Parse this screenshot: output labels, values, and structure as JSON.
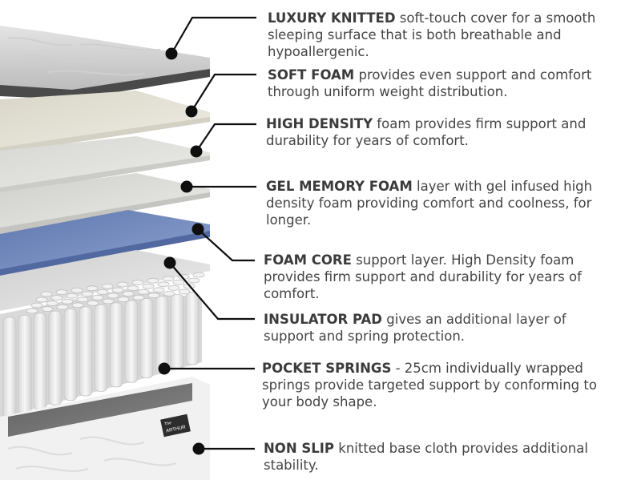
{
  "brand": {
    "logo_line1": "The",
    "logo_line2": "ARTHUR"
  },
  "colors": {
    "text": "#444444",
    "title": "#3b3b3b",
    "leader": "#0f0f0f",
    "blue_layer": "#6f86b8",
    "cover": "#bdbdbd"
  },
  "layers": [
    {
      "title": "LUXURY KNITTED",
      "line1_rest": " soft-touch cover for a smooth",
      "line2": "sleeping surface that is both breathable and",
      "line3": "hypoallergenic."
    },
    {
      "title": "SOFT FOAM",
      "line1_rest": " provides even support and comfort",
      "line2": "through uniform weight distribution."
    },
    {
      "title": "HIGH DENSITY",
      "line1_rest": " foam provides firm support and",
      "line2": "durability for years of comfort."
    },
    {
      "title": "GEL MEMORY FOAM",
      "line1_rest": " layer with gel infused high",
      "line2": "density foam providing comfort and coolness, for",
      "line3": "longer."
    },
    {
      "title": "FOAM CORE",
      "line1_rest": " support layer. High Density foam",
      "line2": "provides firm support and durability for years of",
      "line3": "comfort."
    },
    {
      "title": "INSULATOR PAD",
      "line1_rest": " gives an additional layer of",
      "line2": "support and spring protection."
    },
    {
      "title": "POCKET SPRINGS",
      "line1_rest": " - 25cm individually wrapped",
      "line2": "springs provide targeted support by conforming to",
      "line3": "your body shape."
    },
    {
      "title": "NON SLIP",
      "line1_rest": " knitted base cloth provides additional",
      "line2": "stability."
    }
  ]
}
